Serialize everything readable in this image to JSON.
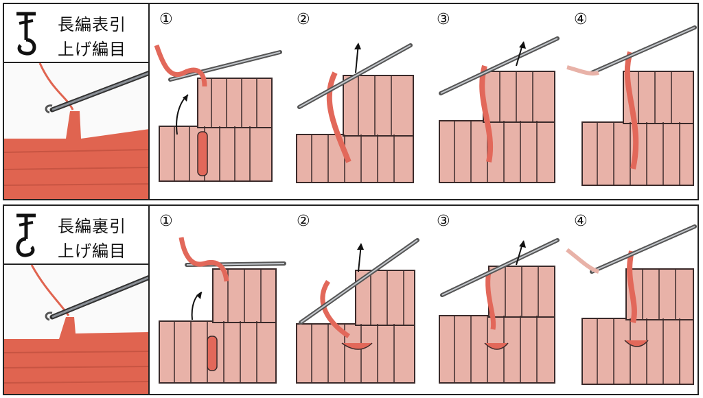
{
  "sections": [
    {
      "id": "front-post",
      "title_line1": "長編表引",
      "title_line2": "上げ編目",
      "symbol_icon": "front-post-double-crochet-symbol",
      "steps": [
        {
          "label": "①"
        },
        {
          "label": "②"
        },
        {
          "label": "③"
        },
        {
          "label": "④"
        }
      ]
    },
    {
      "id": "back-post",
      "title_line1": "長編裏引",
      "title_line2": "上げ編目",
      "symbol_icon": "back-post-double-crochet-symbol",
      "steps": [
        {
          "label": "①"
        },
        {
          "label": "②"
        },
        {
          "label": "③"
        },
        {
          "label": "④"
        }
      ]
    }
  ],
  "colors": {
    "yarn_light": "#e8b2a8",
    "yarn_accent": "#e2685a",
    "photo_bg": "#e06450",
    "outline": "#3a2a2a",
    "needle": "#9aa0a6"
  }
}
